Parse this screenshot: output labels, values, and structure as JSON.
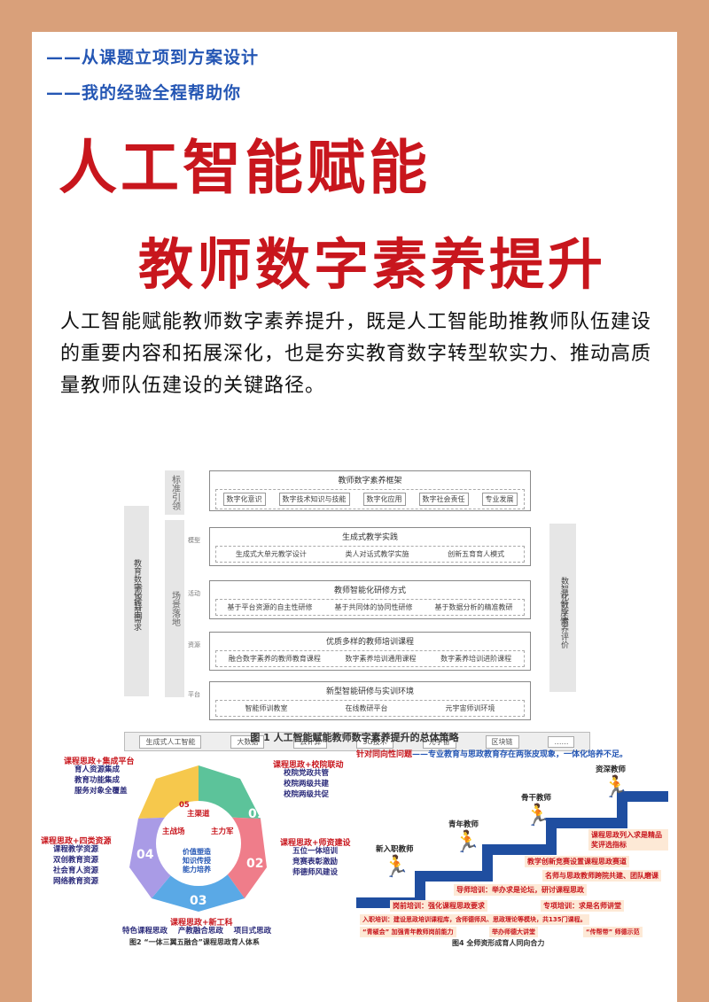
{
  "tags": [
    "——从课题立项到方案设计",
    "——我的经验全程帮助你"
  ],
  "title_line1": "人工智能赋能",
  "title_line2": "教师数字素养提升",
  "intro": "人工智能赋能教师数字素养提升，既是人工智能助推教师队伍建设的重要内容和拓展深化，也是夯实教育数字转型软实力、推动高质量教师队伍建设的关键路径。",
  "fig1": {
    "left_box": "需求导向",
    "left_sub": "教育数字化转型需求",
    "std_box": "标准引领",
    "scene_box": "场景落地",
    "right_box": "评价反馈",
    "right_sub": "数智化数字素养评价",
    "labels": [
      "模型",
      "活动",
      "资源",
      "平台"
    ],
    "tiers": [
      {
        "title": "教师数字素养框架",
        "items": [
          "数字化意识",
          "数字技术知识与技能",
          "数字化应用",
          "数字社会责任",
          "专业发展"
        ]
      },
      {
        "title": "生成式教学实践",
        "items": [
          "生成式大单元教学设计",
          "类人对话式教学实施",
          "创新五育育人模式"
        ]
      },
      {
        "title": "教师智能化研修方式",
        "items": [
          "基于平台资源的自主性研修",
          "基于共同体的协同性研修",
          "基于数据分析的精准教研"
        ]
      },
      {
        "title": "优质多样的教师培训课程",
        "items": [
          "融合数字素养的教师教育课程",
          "数字素养培训通用课程",
          "数字素养培训进阶课程"
        ]
      },
      {
        "title": "新型智能研修与实训环境",
        "items": [
          "智能师训教室",
          "在线教研平台",
          "元宇宙师训环境"
        ]
      }
    ],
    "base": [
      "生成式人工智能",
      "大数据",
      "云计算",
      "5G技术",
      "元宇宙",
      "区块链",
      "……"
    ],
    "caption": "图 1  人工智能赋能教师数字素养提升的总体策略"
  },
  "fig2": {
    "centre": [
      "主渠道",
      "主战场",
      "主力军"
    ],
    "centre_sub": [
      "价值塑造",
      "知识传授",
      "能力培养"
    ],
    "segments": [
      "05",
      "01",
      "02",
      "03",
      "04"
    ],
    "t1": "课程思政+集成平台",
    "l1": [
      "育人资源集成",
      "教育功能集成",
      "服务对象全覆盖"
    ],
    "t2": "课程思政+校院联动",
    "l2": [
      "校院党政共管",
      "校院两级共建",
      "校院两级共促"
    ],
    "t3": "课程思政+师资建设",
    "l3": [
      "五位一体培训",
      "竞赛表彰激励",
      "师德师风建设"
    ],
    "t4": "课程思政+四类资源",
    "l4": [
      "课程教学资源",
      "双创教育资源",
      "社会育人资源",
      "网络教育资源"
    ],
    "t5": "课程思政+新工科",
    "l5": "特色课程思政    产教融合思政    项目式思政",
    "caption": "图2 “一体三翼五融合”课程思政育人体系"
  },
  "fig4": {
    "head_a": "针对同向性问题",
    "head_b": "——专业教育与思政教育存在两张皮现象，一体化培养不足。",
    "stages": [
      "新入职教师",
      "青年教师",
      "骨干教师",
      "资深教师"
    ],
    "bars": [
      "课程思政列入求是精品奖评选指标",
      "教学创新竞赛设置课程思政赛道",
      "名师与思政教师跨院共建、团队磨课",
      "导师培训：举办求是论坛，研讨课程思政",
      "岗前培训：强化课程思政要求",
      "专项培训：求是名师讲堂",
      "入职培训：建设思政培训课程库，含师德师风、思政理论等模块，共135门课程。",
      "“青椒会” 加强青年教师岗前能力",
      "举办师德大讲堂",
      "“传帮带” 师德示范"
    ],
    "caption": "图4 全师资形成育人同向合力"
  }
}
